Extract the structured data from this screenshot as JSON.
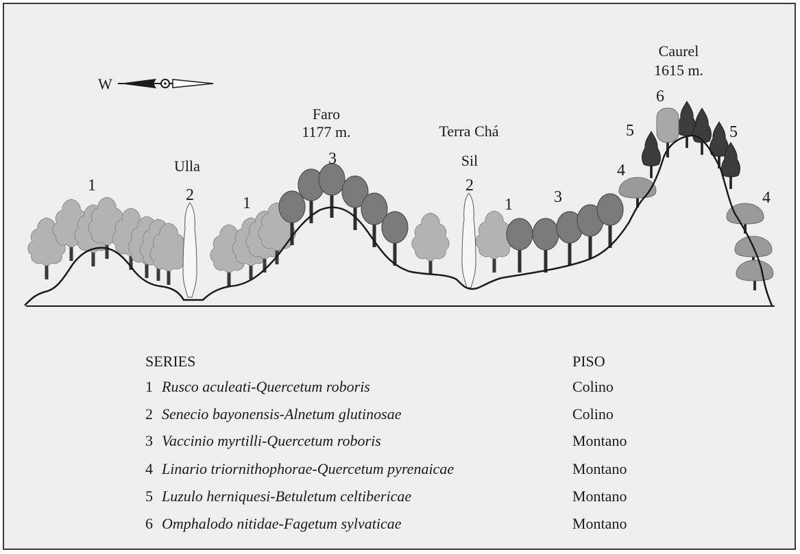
{
  "compass": {
    "label": "W"
  },
  "places": [
    {
      "name": "Ulla"
    },
    {
      "name": "Faro",
      "elevation": "1177 m."
    },
    {
      "name": "Terra Chá"
    },
    {
      "name": "Sil"
    },
    {
      "name": "Caurel",
      "elevation": "1615 m."
    }
  ],
  "series_markers": [
    "1",
    "2",
    "1",
    "3",
    "2",
    "1",
    "3",
    "4",
    "5",
    "6",
    "5",
    "4"
  ],
  "legend": {
    "series_heading": "SERIES",
    "piso_heading": "PISO",
    "rows": [
      {
        "num": "1",
        "name": "Rusco aculeati-Quercetum roboris",
        "piso": "Colino"
      },
      {
        "num": "2",
        "name": "Senecio bayonensis-Alnetum glutinosae",
        "piso": "Colino"
      },
      {
        "num": "3",
        "name": "Vaccinio myrtilli-Quercetum roboris",
        "piso": "Montano"
      },
      {
        "num": "4",
        "name": "Linario triornithophorae-Quercetum pyrenaicae",
        "piso": "Montano"
      },
      {
        "num": "5",
        "name": "Luzulo herniquesi-Betuletum celtibericae",
        "piso": "Montano"
      },
      {
        "num": "6",
        "name": "Omphalodo nitidae-Fagetum sylvaticae",
        "piso": "Montano"
      }
    ]
  },
  "colors": {
    "background": "#efefef",
    "series1_oak": "#b3b3b3",
    "series2_alder": "#f6f6f6",
    "series3_oak": "#7a7a7a",
    "series4_oak": "#9a9a9a",
    "series5_birch": "#3c3c3c",
    "series6_beech": "#a8a8a8"
  }
}
